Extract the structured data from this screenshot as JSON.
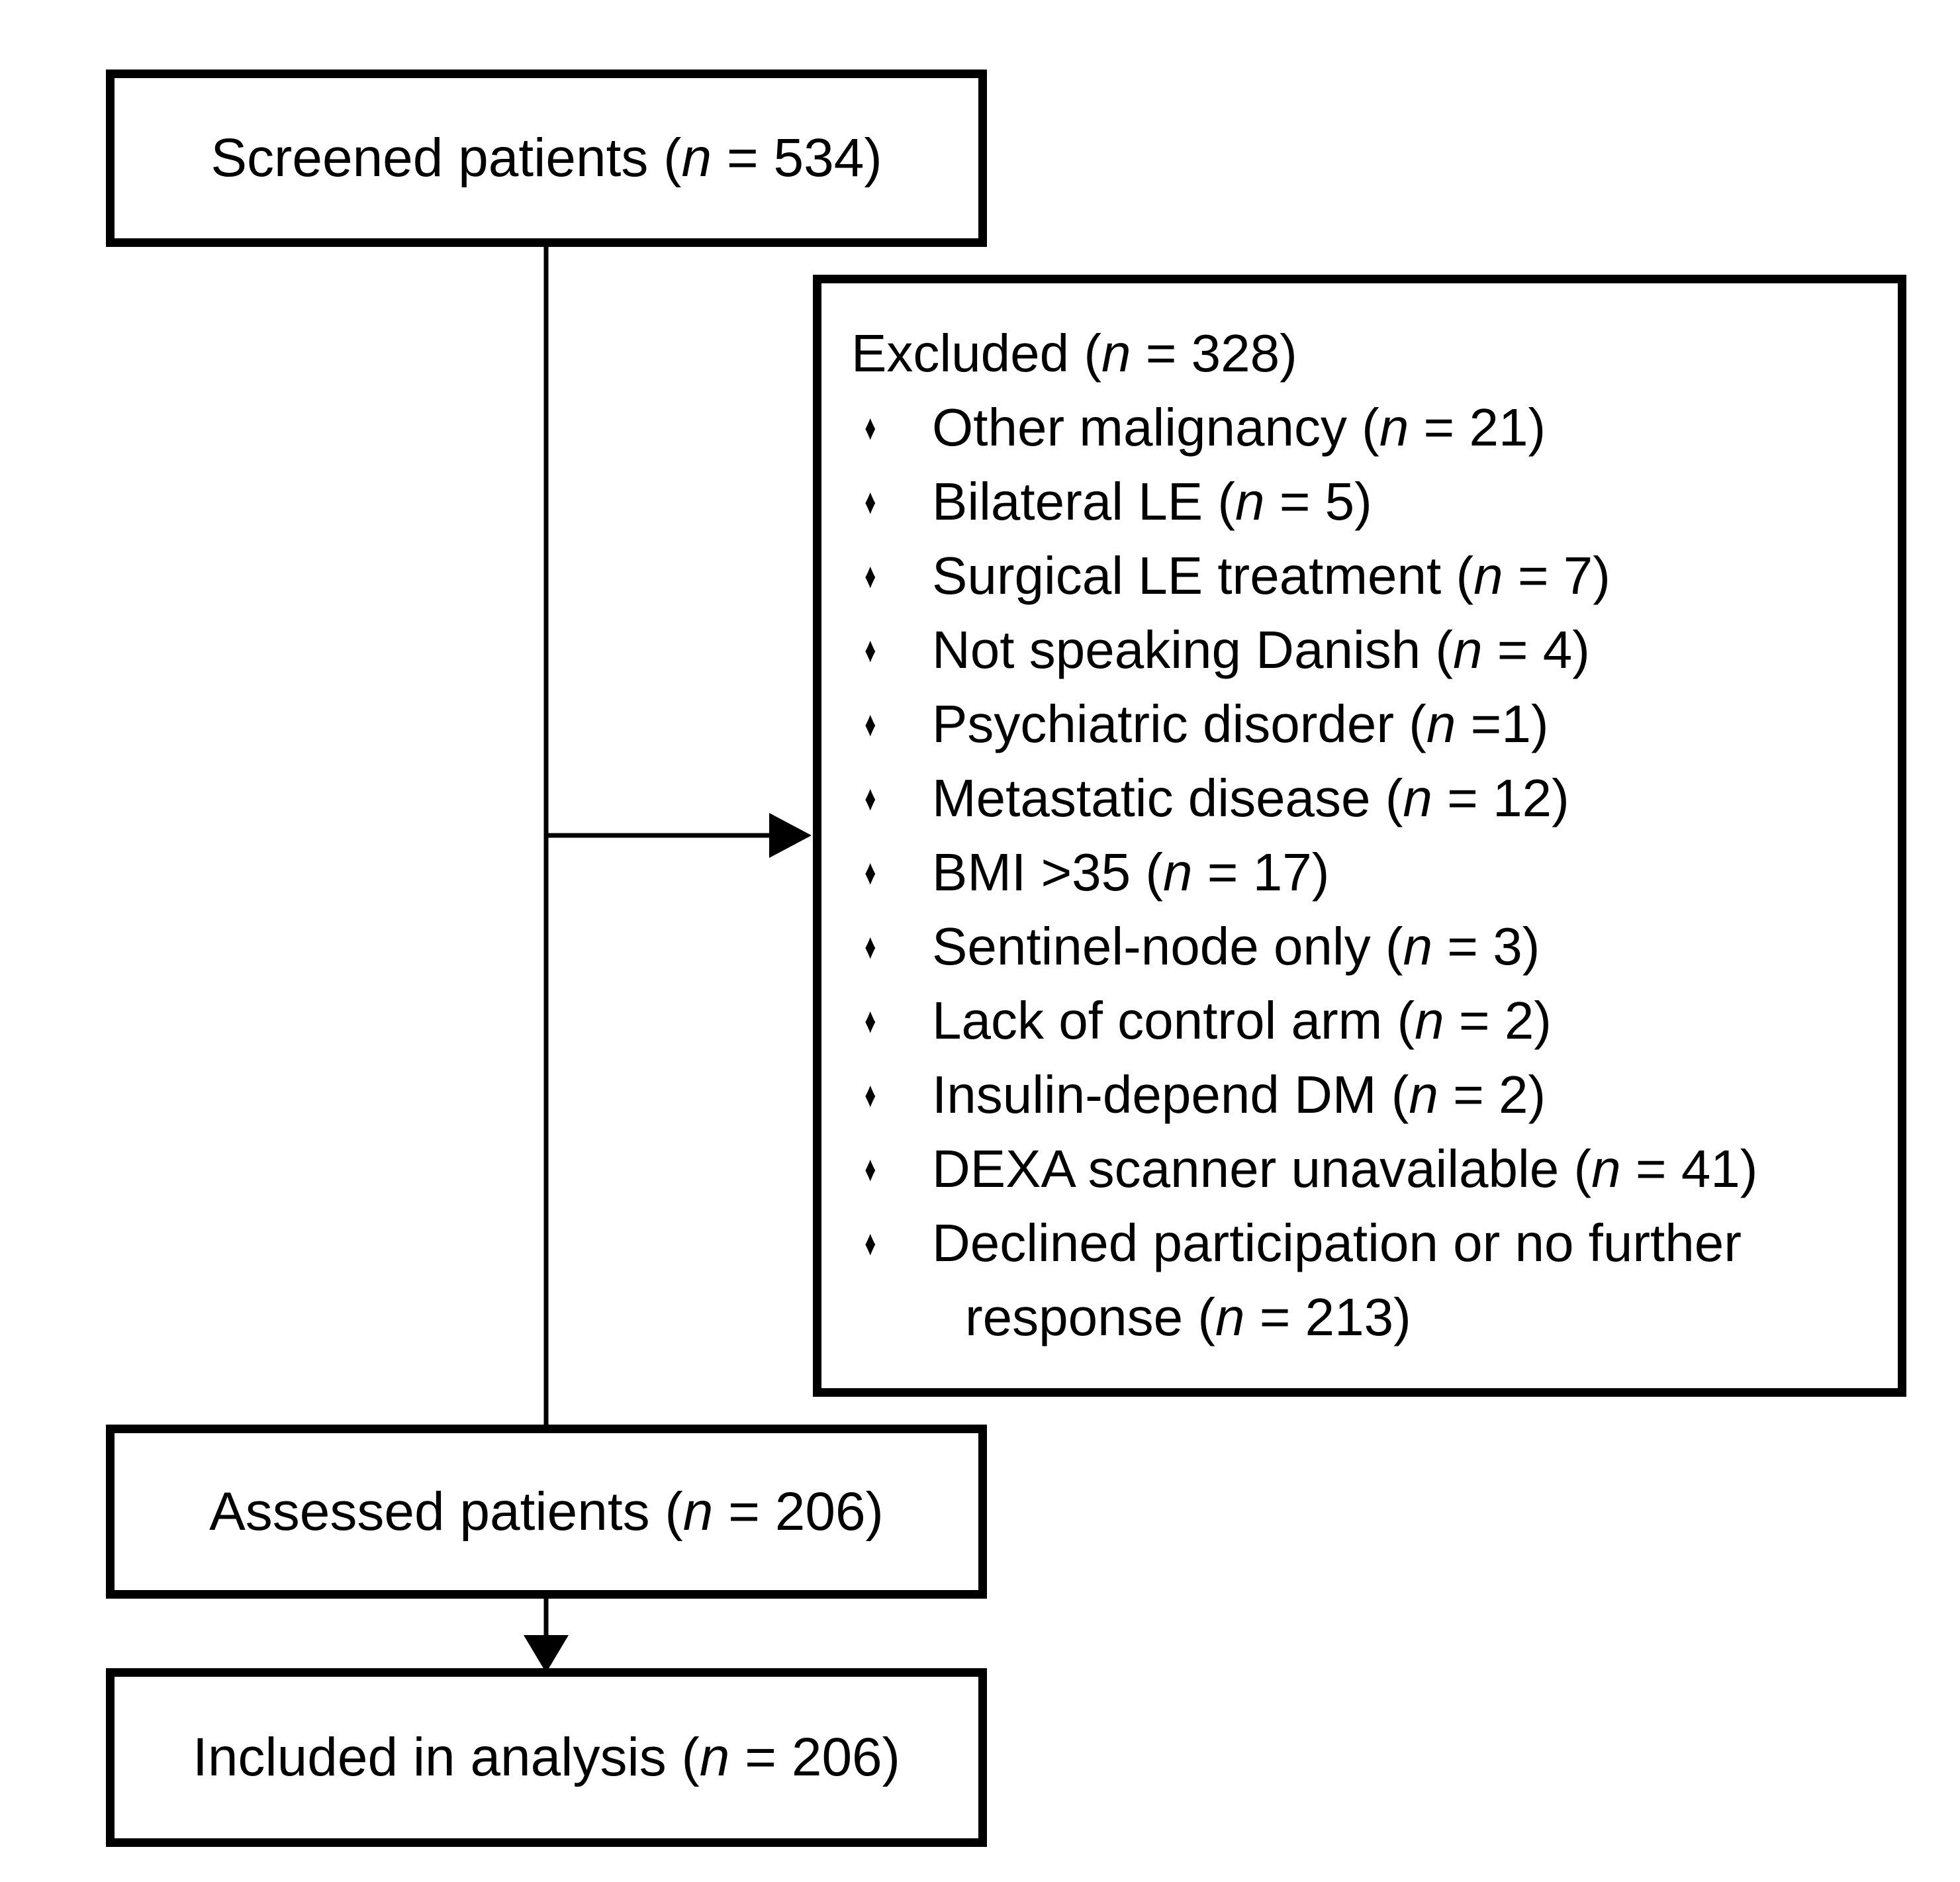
{
  "nvar": "n",
  "colors": {
    "line": "#000000",
    "background": "#ffffff"
  },
  "boxes": {
    "screened": {
      "pre": "Screened patients (",
      "post": " = 534)"
    },
    "assessed": {
      "pre": "Assessed patients (",
      "post": " = 206)"
    },
    "included": {
      "pre": "Included in analysis (",
      "post": " = 206)"
    }
  },
  "excluded": {
    "bullet_glyph": "♦",
    "title_pre": "Excluded (",
    "title_post": " = 328)",
    "items": [
      {
        "pre": "Other malignancy (",
        "post": " = 21)"
      },
      {
        "pre": "Bilateral LE (",
        "post": " = 5)"
      },
      {
        "pre": "Surgical LE treatment (",
        "post": " = 7)"
      },
      {
        "pre": "Not speaking Danish (",
        "post": " = 4)"
      },
      {
        "pre": "Psychiatric disorder (",
        "post": " =1)"
      },
      {
        "pre": "Metastatic disease (",
        "post": " = 12)"
      },
      {
        "pre": "BMI >35 (",
        "post": " = 17)"
      },
      {
        "pre": "Sentinel-node only (",
        "post": " = 3)"
      },
      {
        "pre": "Lack of control arm (",
        "post": " = 2)"
      },
      {
        "pre": "Insulin-depend DM (",
        "post": " = 2)"
      },
      {
        "pre": "DEXA scanner unavailable (",
        "post": " = 41)"
      },
      {
        "line1": "Declined participation or no further",
        "line2_pre": "response (",
        "line2_post": " = 213)"
      }
    ]
  }
}
